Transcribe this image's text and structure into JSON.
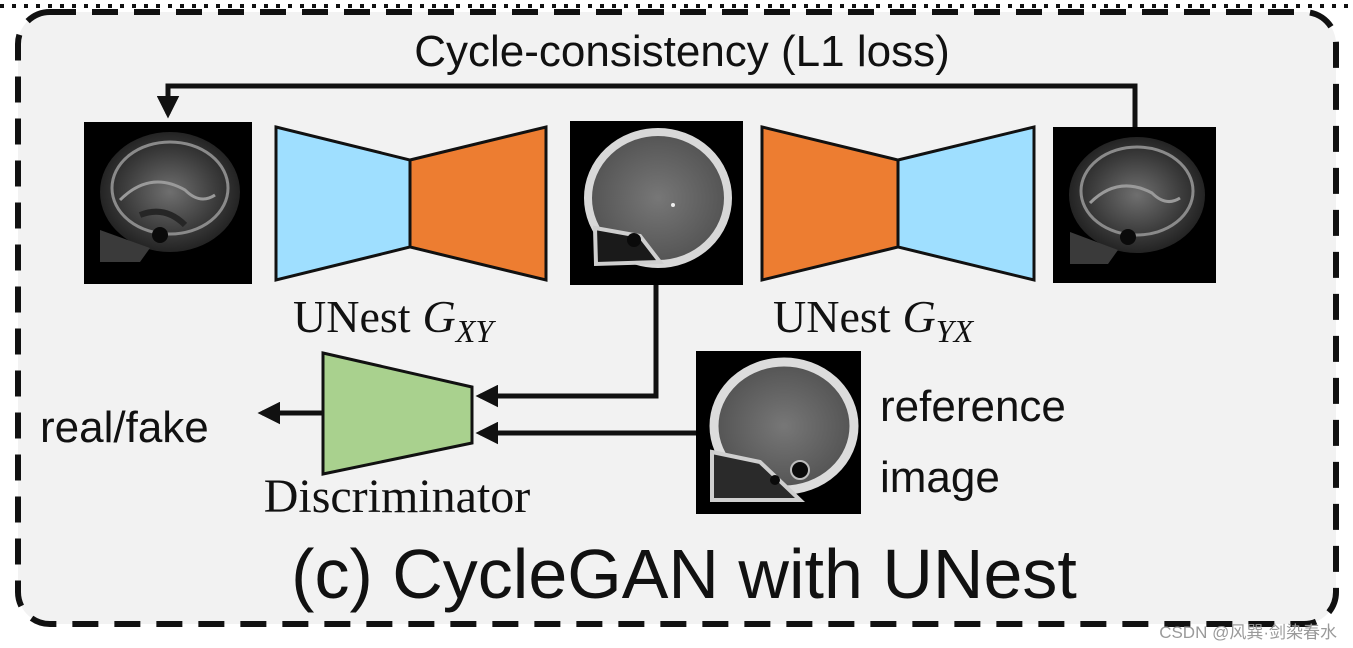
{
  "diagram": {
    "cycle_label": "Cycle-consistency (L1 loss)",
    "generator_xy": {
      "prefix": "UNest",
      "symbol": "G",
      "subscript": "XY"
    },
    "generator_yx": {
      "prefix": "UNest",
      "symbol": "G",
      "subscript": "YX"
    },
    "discriminator_label": "Discriminator",
    "output_label": "real/fake",
    "reference_label_line1": "reference",
    "reference_label_line2": "image",
    "caption": "(c) CycleGAN with UNest",
    "watermark": "CSDN @风巽·剑染春水",
    "colors": {
      "panel_bg": "#f2f2f2",
      "encoder_blue": "#9fdfff",
      "decoder_orange": "#ed7d31",
      "discriminator_green": "#a9d18e",
      "stroke": "#111111"
    }
  }
}
